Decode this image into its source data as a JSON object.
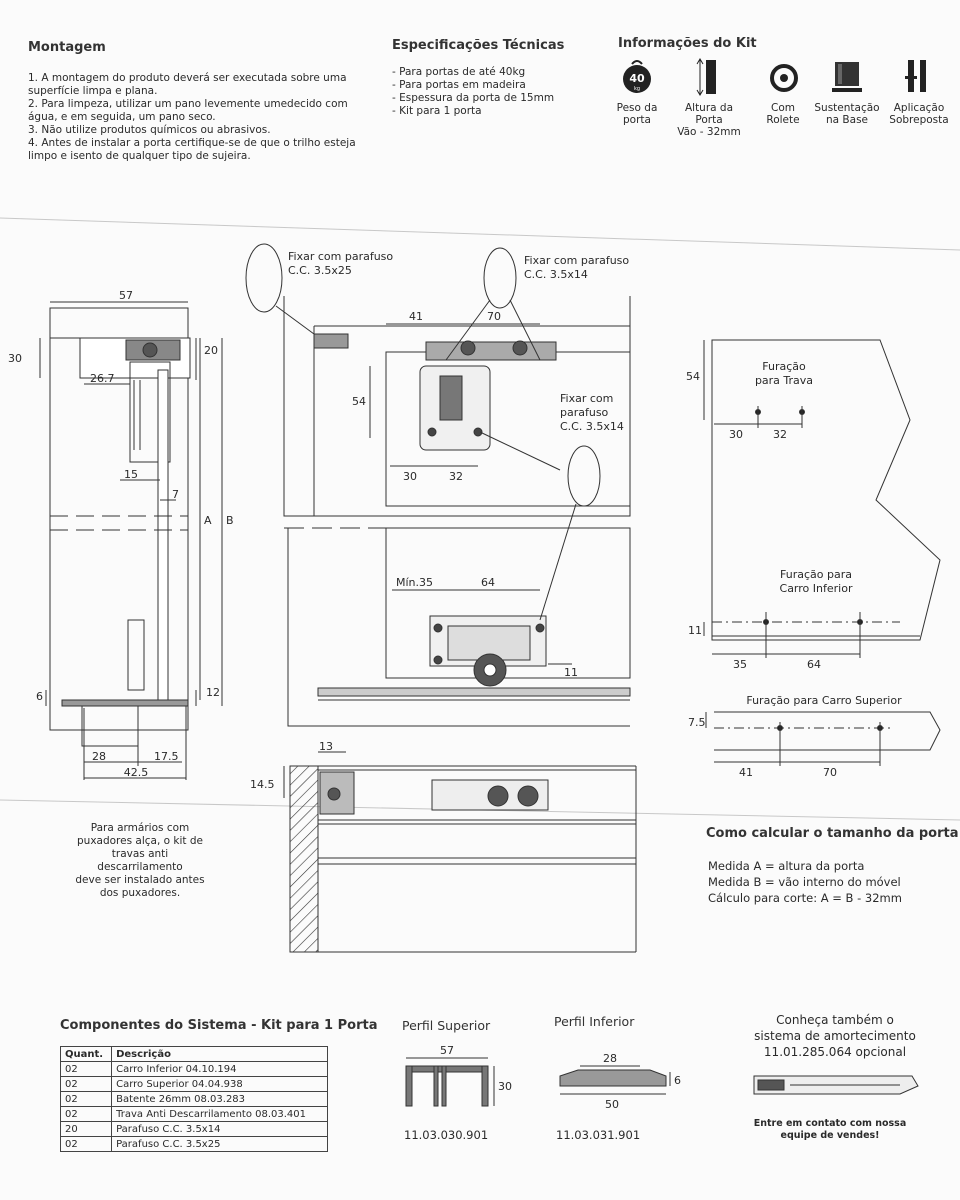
{
  "montagem": {
    "title": "Montagem",
    "items": [
      "1. A montagem do produto deverá ser executada sobre uma",
      "superfície limpa e plana.",
      "2. Para limpeza, utilizar um pano levemente umedecido com",
      "água, e em seguida, um pano seco.",
      "3. Não utilize produtos químicos ou abrasivos.",
      "4. Antes de instalar a porta certifique-se de que o trilho esteja",
      "limpo e isento de qualquer tipo de sujeira."
    ]
  },
  "specs": {
    "title": "Especificações Técnicas",
    "items": [
      "Para portas de até 40kg",
      "Para portas em madeira",
      "Espessura da porta de 15mm",
      "Kit para 1 porta"
    ]
  },
  "kit_info": {
    "title": "Informações do Kit",
    "weight_badge": "40",
    "weight_unit": "kg",
    "items": [
      {
        "line1": "Peso da",
        "line2": "porta",
        "icon": "weight-icon"
      },
      {
        "line1": "Altura da Porta",
        "line2": "Vão - 32mm",
        "icon": "height-icon"
      },
      {
        "line1": "Com",
        "line2": "Rolete",
        "icon": "roller-icon"
      },
      {
        "line1": "Sustentação",
        "line2": "na Base",
        "icon": "base-support-icon"
      },
      {
        "line1": "Aplicação",
        "line2": "Sobreposta",
        "icon": "overlay-icon"
      }
    ]
  },
  "side_view": {
    "dims": {
      "d57": "57",
      "d30": "30",
      "d20": "20",
      "d26_7": "26.7",
      "d15": "15",
      "d7": "7",
      "dA": "A",
      "dB": "B",
      "d6": "6",
      "d12": "12",
      "d28": "28",
      "d17_5": "17.5",
      "d42_5": "42.5"
    },
    "note": [
      "Para armários com",
      "puxadores alça, o kit de",
      "travas anti descarrilamento",
      "deve ser instalado antes",
      "dos puxadores."
    ]
  },
  "front_view": {
    "screw1": [
      "Fixar com parafuso",
      "C.C. 3.5x25"
    ],
    "screw2": [
      "Fixar com parafuso",
      "C.C. 3.5x14"
    ],
    "screw3": [
      "Fixar com",
      "parafuso",
      "C.C. 3.5x14"
    ],
    "dims": {
      "d41": "41",
      "d70": "70",
      "d54": "54",
      "d30": "30",
      "d32": "32",
      "dmin35": "Mín.35",
      "d64": "64",
      "d11": "11",
      "d13": "13",
      "d14_5": "14.5"
    }
  },
  "drilling": {
    "trava_label": [
      "Furação",
      "para Trava"
    ],
    "trava_dims": {
      "d54": "54",
      "d30": "30",
      "d32": "32"
    },
    "inferior_label": [
      "Furação para",
      "Carro Inferior"
    ],
    "inferior_dims": {
      "d11": "11",
      "d35": "35",
      "d64": "64"
    },
    "superior_label": "Furação para Carro Superior",
    "superior_dims": {
      "d7_5": "7.5",
      "d41": "41",
      "d70": "70"
    }
  },
  "calc": {
    "title": "Como calcular o tamanho da porta",
    "lines": [
      "Medida A = altura da porta",
      "Medida B = vão interno do móvel",
      "Cálculo para corte: A = B - 32mm"
    ]
  },
  "components": {
    "title": "Componentes do Sistema - Kit para 1 Porta",
    "headers": [
      "Quant.",
      "Descrição"
    ],
    "rows": [
      [
        "02",
        "Carro Inferior 04.10.194"
      ],
      [
        "02",
        "Carro Superior 04.04.938"
      ],
      [
        "02",
        "Batente 26mm 08.03.283"
      ],
      [
        "02",
        "Trava Anti Descarrilamento 08.03.401"
      ],
      [
        "20",
        "Parafuso C.C. 3.5x14"
      ],
      [
        "02",
        "Parafuso C.C. 3.5x25"
      ]
    ]
  },
  "perfil_superior": {
    "title": "Perfil Superior",
    "width": "57",
    "height": "30",
    "code": "11.03.030.901"
  },
  "perfil_inferior": {
    "title": "Perfil Inferior",
    "top": "28",
    "height": "6",
    "width": "50",
    "code": "11.03.031.901"
  },
  "damper": {
    "title": [
      "Conheça também o",
      "sistema de amortecimento",
      "11.01.285.064 opcional"
    ],
    "contact": [
      "Entre em contato com nossa",
      "equipe de vendes!"
    ]
  }
}
